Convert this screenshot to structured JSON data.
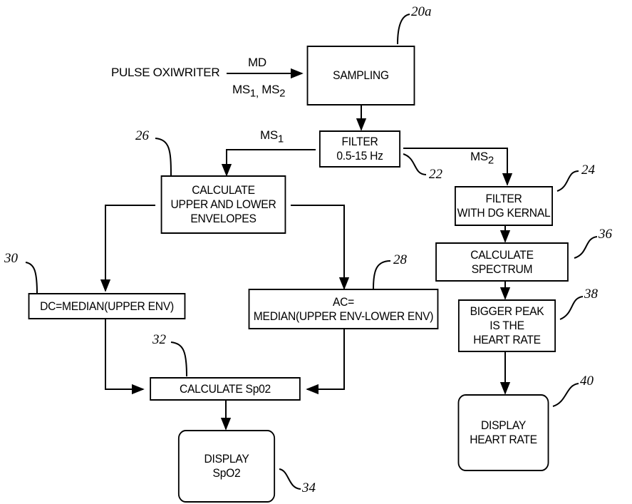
{
  "input": {
    "source": "PULSE OXIWRITER",
    "md": "MD",
    "ms1": "MS",
    "ms1_sub": "1,",
    "ms2": "MS",
    "ms2_sub": "2"
  },
  "boxes": {
    "sampling": "SAMPLING",
    "filter": [
      "FILTER",
      "0.5-15 Hz"
    ],
    "envelopes": [
      "CALCULATE",
      "UPPER AND LOWER",
      "ENVELOPES"
    ],
    "dc": "DC=MEDIAN(UPPER ENV)",
    "ac": [
      "AC=",
      "MEDIAN(UPPER  ENV-LOWER ENV)"
    ],
    "spo2": "CALCULATE Sp02",
    "display_spo2": [
      "DISPLAY",
      "SpO2"
    ],
    "dg_filter": [
      "FILTER",
      "WITH DG KERNAL"
    ],
    "spectrum": [
      "CALCULATE",
      "SPECTRUM"
    ],
    "peak": [
      "BIGGER PEAK",
      "IS THE",
      "HEART RATE"
    ],
    "display_hr": [
      "DISPLAY",
      "HEART RATE"
    ]
  },
  "branch_labels": {
    "ms1": "MS",
    "ms1_sub": "1",
    "ms2": "MS",
    "ms2_sub": "2"
  },
  "refs": {
    "sampling": "20a",
    "filter": "22",
    "dg_filter": "24",
    "envelopes": "26",
    "ac": "28",
    "dc": "30",
    "spo2": "32",
    "display_spo2": "34",
    "spectrum": "36",
    "peak": "38",
    "display_hr": "40"
  }
}
